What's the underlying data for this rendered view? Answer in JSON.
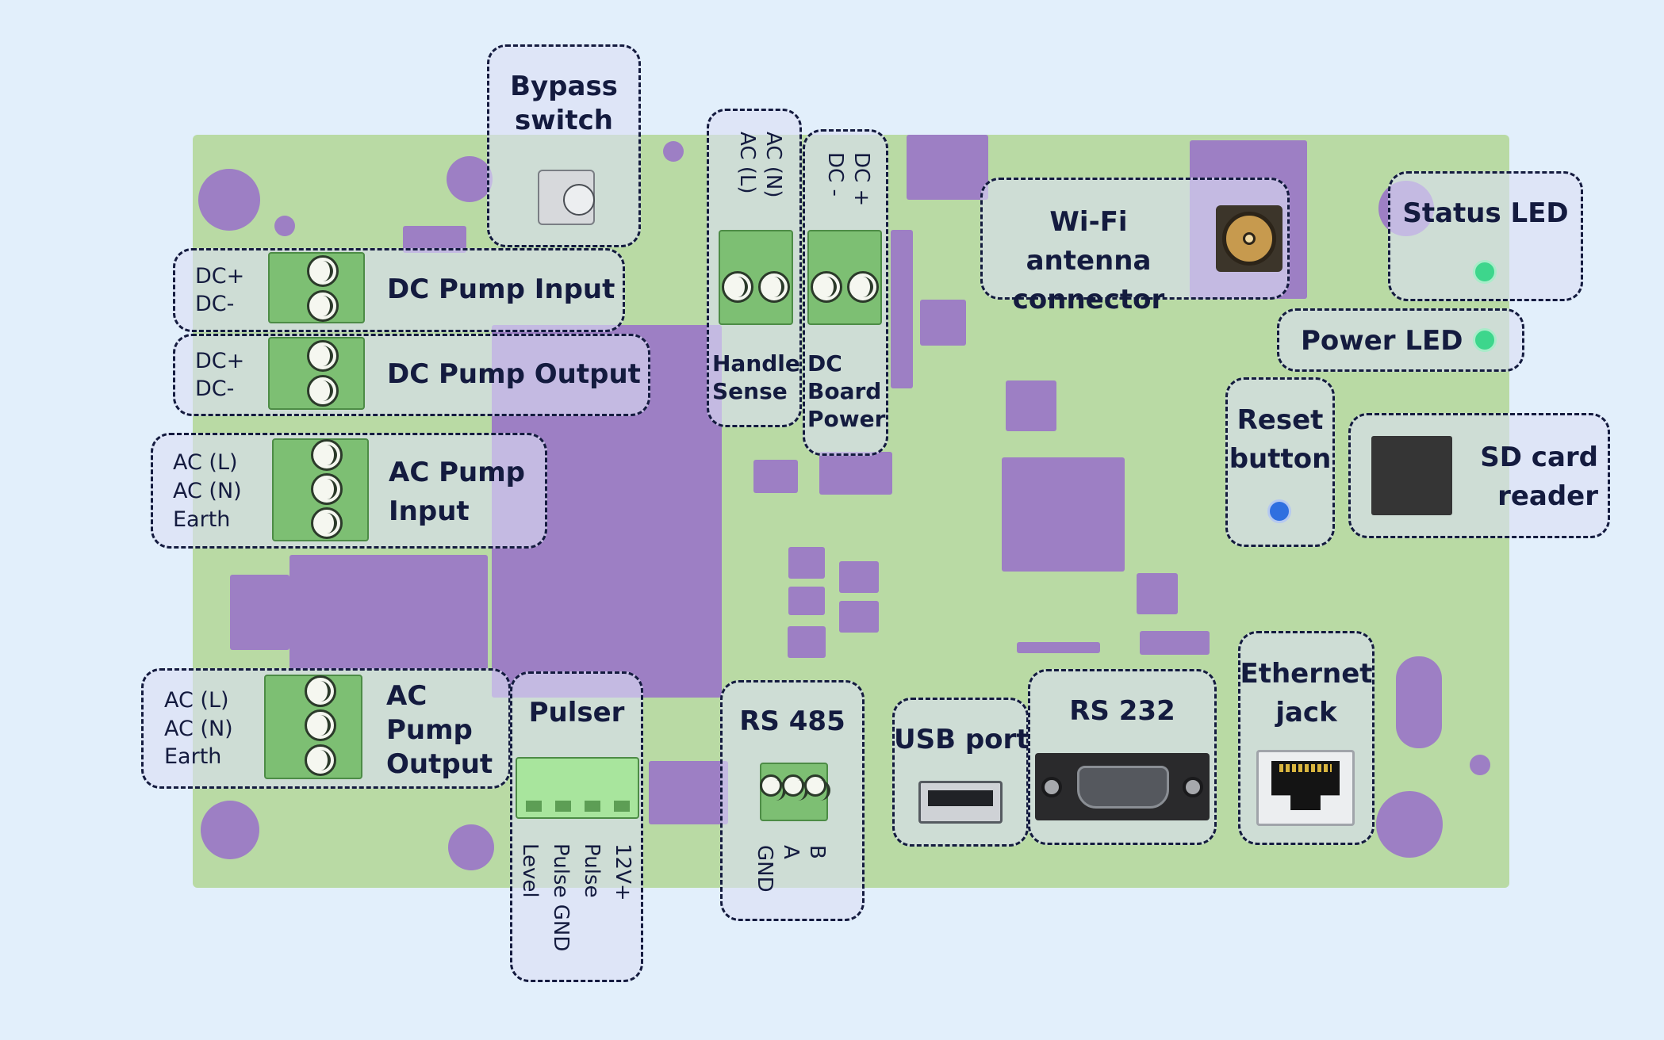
{
  "colors": {
    "background": "#e2effb",
    "board": "#b9daa4",
    "component": "#9d7fc4",
    "terminal": "#7dbf73",
    "led_green": "#3dd68c",
    "reset_blue": "#2f6fe0",
    "text": "#141b3f"
  },
  "labels": {
    "bypass_switch": "Bypass switch",
    "dc_pump_input": "DC Pump Input",
    "dc_pump_output": "DC Pump Output",
    "ac_pump_input": "AC Pump Input",
    "ac_pump_output": "AC Pump Output",
    "handle_sense": "Handle Sense",
    "dc_board_power": "DC Board Power",
    "wifi_antenna": "Wi-Fi antenna connector",
    "status_led": "Status LED",
    "power_led": "Power LED",
    "reset_button": "Reset button",
    "sd_card_reader": "SD card reader",
    "pulser": "Pulser",
    "rs485": "RS 485",
    "usb_port": "USB port",
    "rs232": "RS 232",
    "ethernet_jack": "Ethernet jack"
  },
  "pins": {
    "dc_input": [
      "DC+",
      "DC-"
    ],
    "dc_output": [
      "DC+",
      "DC-"
    ],
    "ac_input": [
      "AC (L)",
      "AC (N)",
      "Earth"
    ],
    "ac_output": [
      "AC (L)",
      "AC (N)",
      "Earth"
    ],
    "handle_sense": [
      "AC (N)",
      "AC (L)"
    ],
    "dc_board_power": [
      "DC +",
      "DC -"
    ],
    "pulser": [
      "12V+",
      "Pulse",
      "Pulse GND",
      "Level"
    ],
    "rs485": [
      "B",
      "A",
      "GND"
    ]
  }
}
